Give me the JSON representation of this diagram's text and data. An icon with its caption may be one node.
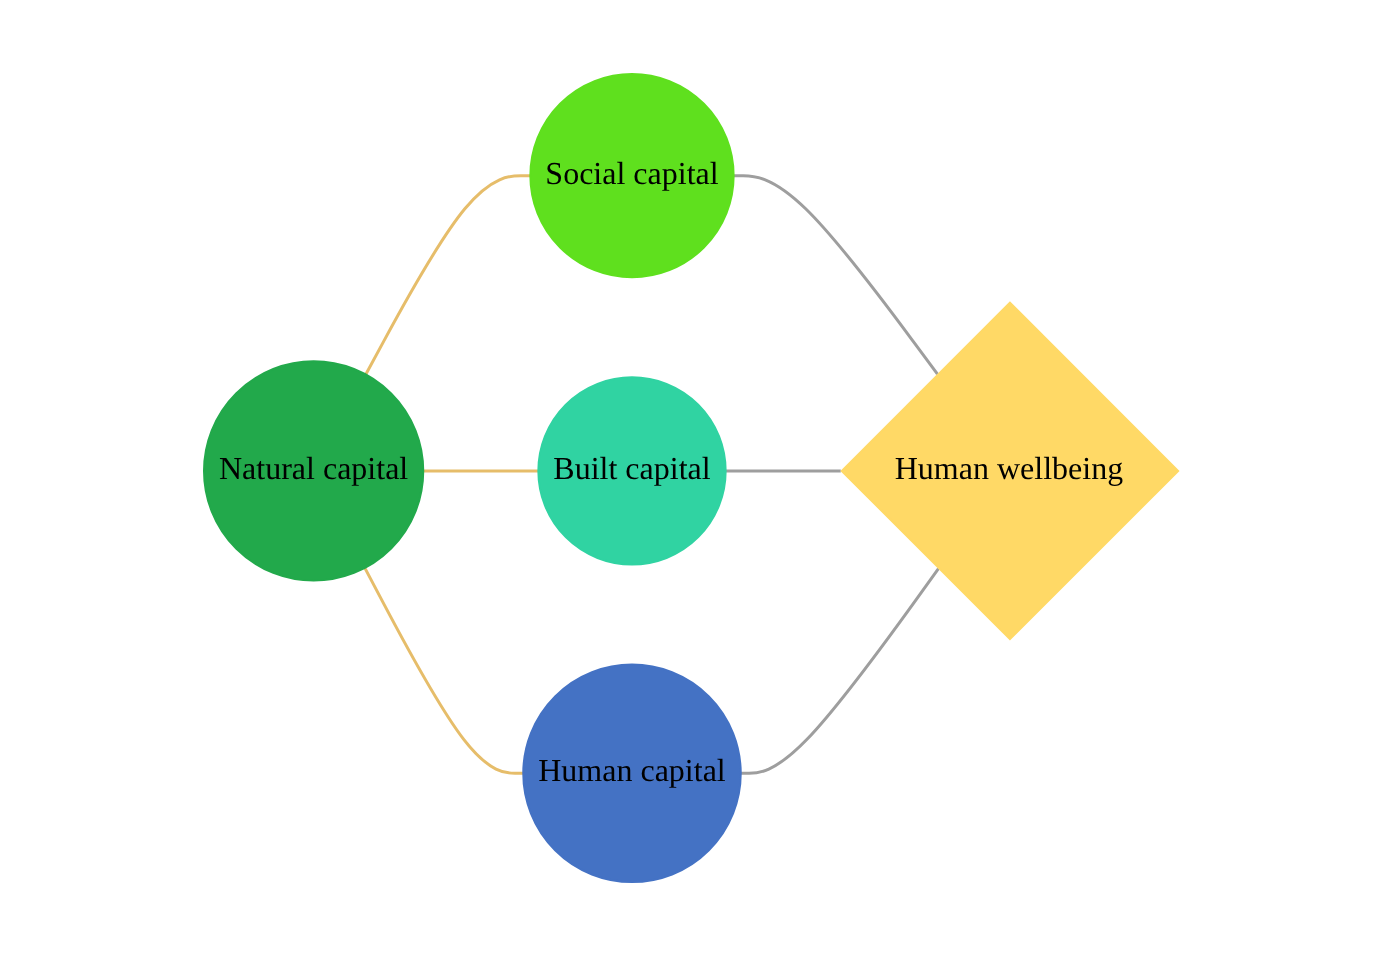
{
  "diagram": {
    "nodes": [
      {
        "text": [
          "Natural capital"
        ]
      },
      {
        "text": [
          "Social capital"
        ]
      },
      {
        "text": [
          "Built capital"
        ]
      },
      {
        "text": [
          "Human capital"
        ]
      },
      {
        "text": [
          "Human wellbeing"
        ]
      }
    ],
    "edges": [
      {
        "from": 0,
        "to": 1,
        "arrow": "none",
        "color": "#e6bd6a"
      },
      {
        "from": 0,
        "to": 2,
        "arrow": "none",
        "color": "#e6bd6a"
      },
      {
        "from": 0,
        "to": 3,
        "arrow": "none",
        "color": "#e6bd6a"
      },
      {
        "from": 1,
        "to": 4,
        "arrow": "none"
      },
      {
        "from": 2,
        "to": 4,
        "arrow": "none"
      },
      {
        "from": 3,
        "to": 4,
        "arrow": "none"
      }
    ]
  }
}
